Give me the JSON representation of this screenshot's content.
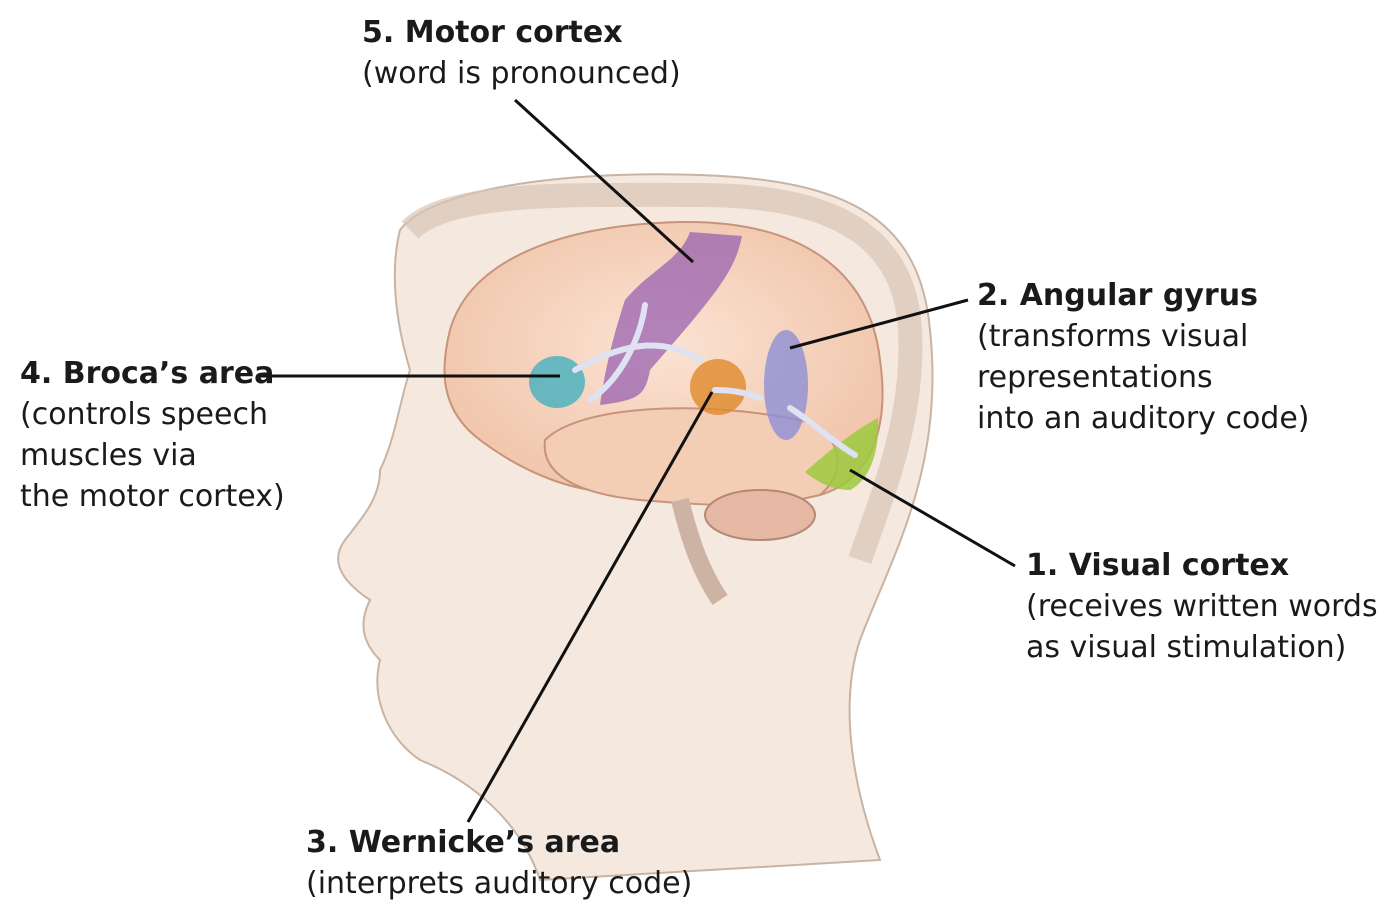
{
  "labels": {
    "motor": {
      "title": "5. Motor cortex",
      "desc": [
        "(word is pronounced)"
      ]
    },
    "angular": {
      "title": "2. Angular gyrus",
      "desc": [
        "(transforms visual",
        "representations",
        "into an auditory code)"
      ]
    },
    "broca": {
      "title": "4. Broca’s area",
      "desc": [
        "(controls speech",
        "muscles via",
        "the motor cortex)"
      ]
    },
    "visual": {
      "title": "1. Visual cortex",
      "desc": [
        "(receives written words",
        "as visual stimulation)"
      ]
    },
    "wernicke": {
      "title": "3. Wernicke’s area",
      "desc": [
        "(interprets auditory code)"
      ]
    }
  },
  "colors": {
    "motor": "#9a62b0",
    "angular": "#8f8fd6",
    "broca": "#4fb3bf",
    "visual": "#9cc93e",
    "wernicke": "#e08a2c",
    "brain": "#f5d2bd",
    "skin": "#f3e6da"
  }
}
